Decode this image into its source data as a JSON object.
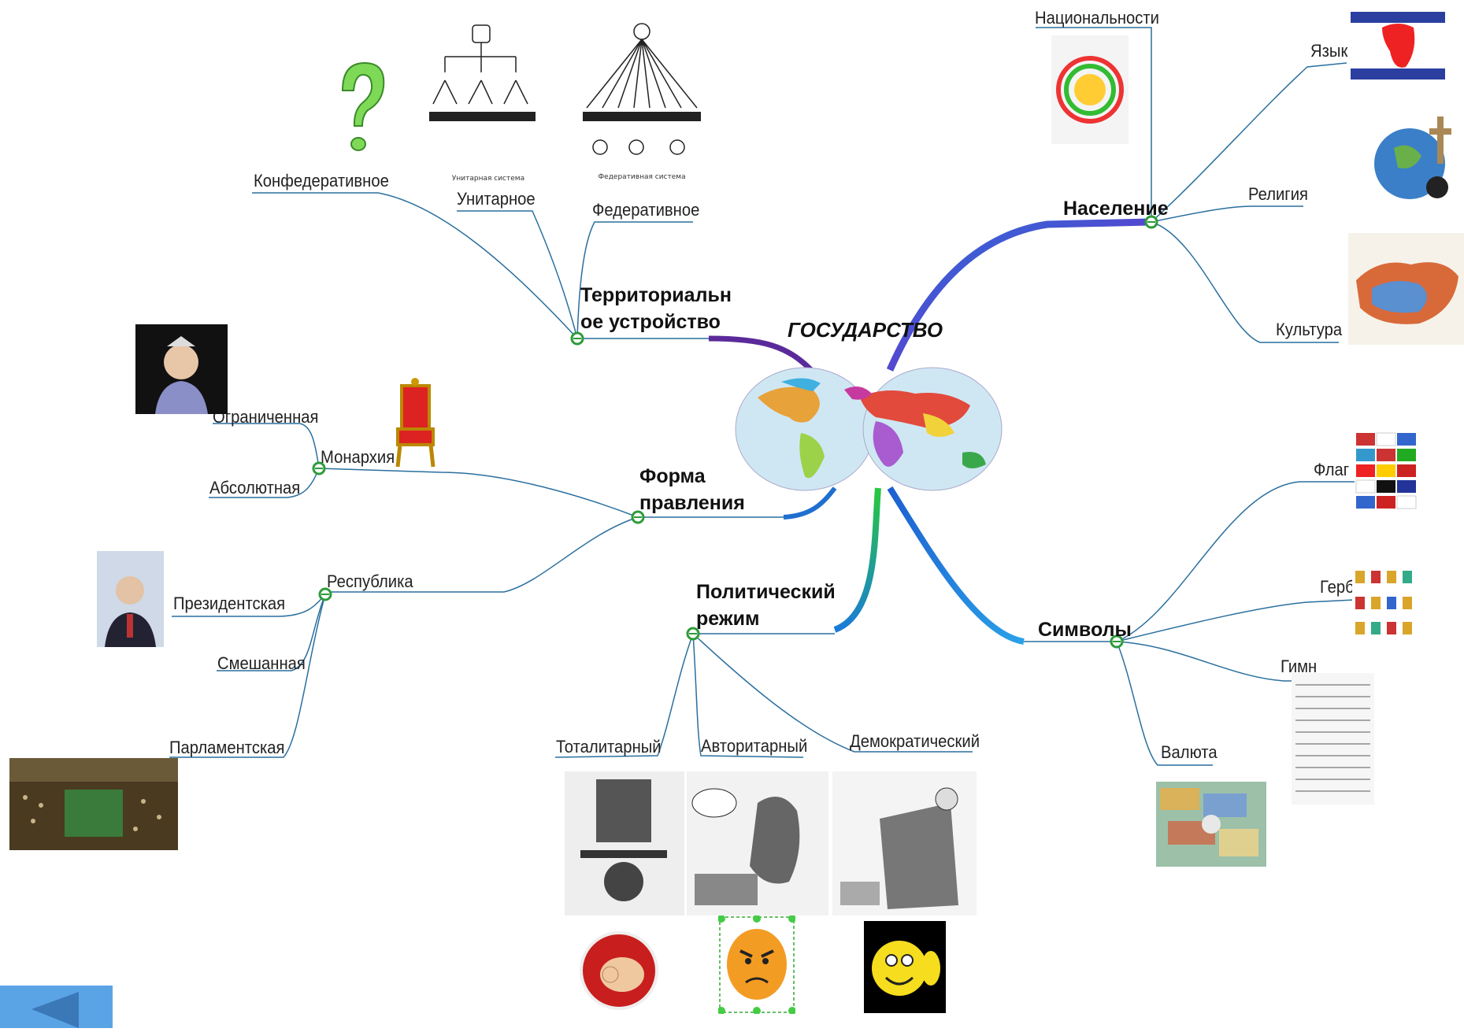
{
  "center": {
    "title": "ГОСУДАРСТВО",
    "image": "world-map-icon"
  },
  "branches": {
    "territorial": {
      "title": "Территориальн ое устройство",
      "title_line1": "Территориальн",
      "title_line2": "ое устройство",
      "children": [
        "Конфедеративное",
        "Унитарное",
        "Федеративное"
      ],
      "diagram_caption_left": "Унитарная система",
      "diagram_caption_right": "Федеративная система"
    },
    "population": {
      "title": "Население",
      "children": [
        "Национальности",
        "Язык",
        "Религия",
        "Культура"
      ]
    },
    "government_form": {
      "title_line1": "Форма",
      "title_line2": "правления",
      "monarchy": {
        "label": "Монархия",
        "children": [
          "Ограниченная",
          "Абсолютная"
        ]
      },
      "republic": {
        "label": "Республика",
        "children": [
          "Президентская",
          "Смешанная",
          "Парламентская"
        ]
      }
    },
    "political_regime": {
      "title_line1": "Политический",
      "title_line2": "режим",
      "children": [
        "Тоталитарный",
        "Авторитарный",
        "Демократический"
      ]
    },
    "symbols": {
      "title": "Символы",
      "children": [
        "Флаг",
        "Герб",
        "Гимн",
        "Валюта"
      ]
    }
  },
  "icons": {
    "question": "question-mark-icon",
    "throne": "throne-icon",
    "pointing": "pointing-hand-icon",
    "angry": "angry-smiley-icon",
    "happy": "happy-smiley-icon",
    "back": "back-arrow-icon"
  },
  "colors": {
    "link": "#2a6f9e",
    "node": "#2e9b3a",
    "branch_purple": "#6a2bd4",
    "branch_blue": "#2f7fe0",
    "branch_green": "#2fcf40",
    "back_button": "#5aa4e6"
  }
}
